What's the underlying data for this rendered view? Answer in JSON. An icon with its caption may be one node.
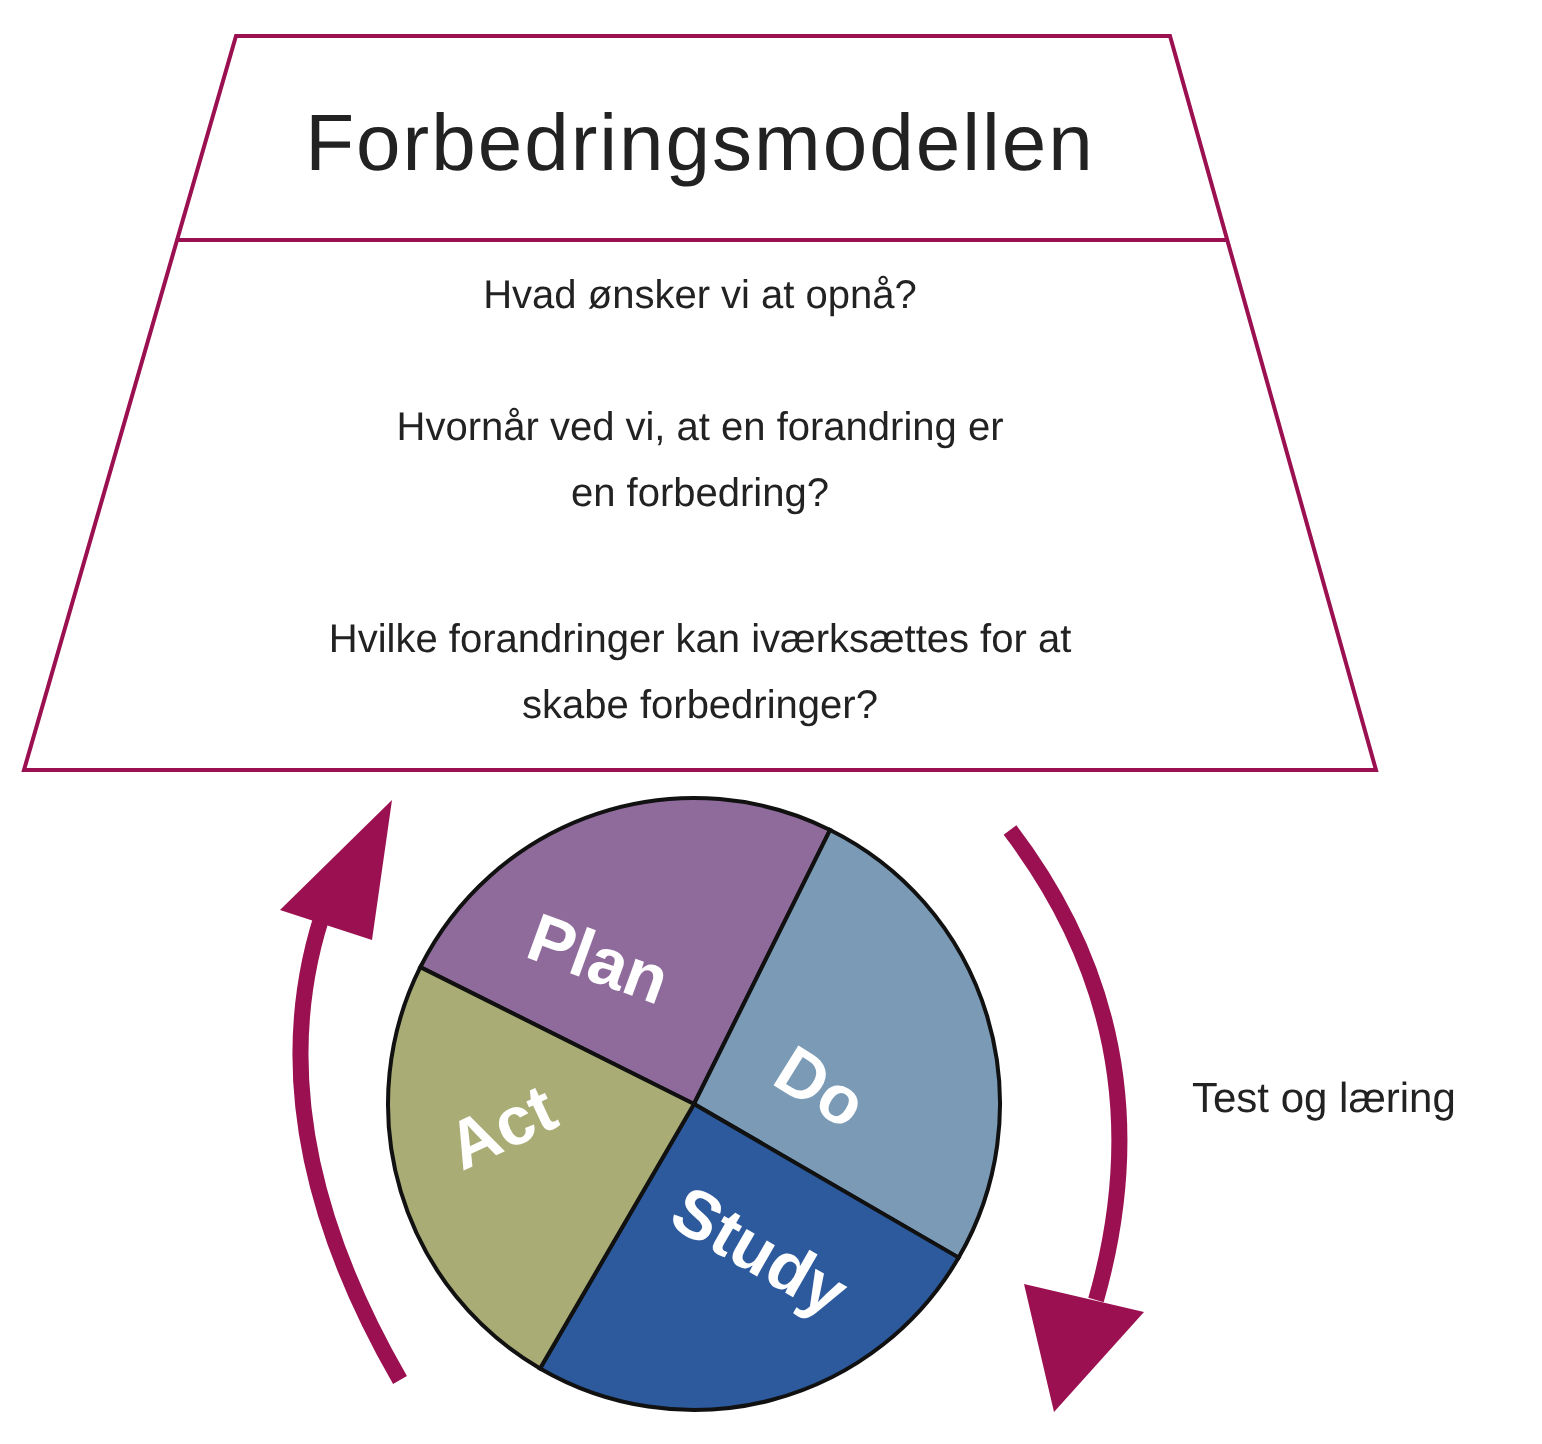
{
  "diagram": {
    "nodes": [
      {
        "text": [
          "Forbedringsmodellen",
          "Hvad ønsker vi at opnå?",
          "Hvornår ved vi, at en forandring er en forbedring?",
          "Hvilke forandringer kan iværksættes for at skabe forbedringer?"
        ]
      },
      {
        "text": [
          "Plan"
        ]
      },
      {
        "text": [
          "Do"
        ]
      },
      {
        "text": [
          "Study"
        ]
      },
      {
        "text": [
          "Act"
        ]
      }
    ],
    "edges": [],
    "labels": [
      "Test og læring"
    ]
  }
}
